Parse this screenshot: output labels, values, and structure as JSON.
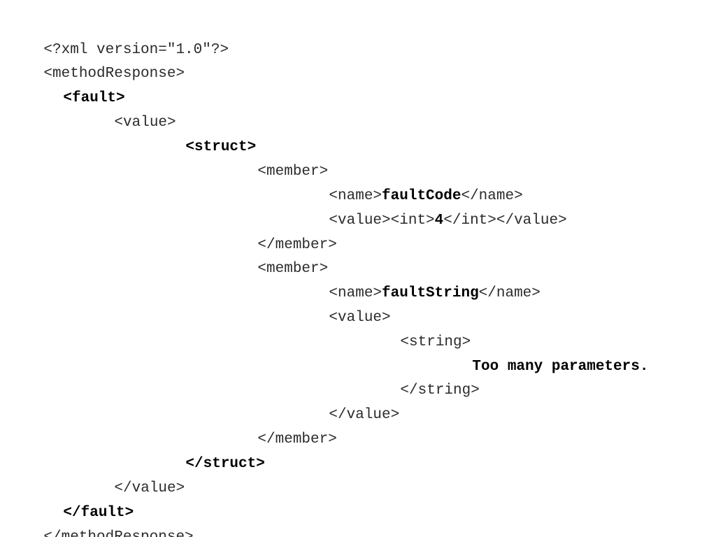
{
  "document": {
    "lines": [
      {
        "segments": [
          {
            "text": "<?xml version=\"1.0\"?>",
            "bold": false
          }
        ]
      },
      {
        "segments": [
          {
            "text": "<methodResponse>",
            "bold": false
          }
        ]
      },
      {
        "segments": [
          {
            "text": "<fault>",
            "bold": true
          }
        ]
      },
      {
        "segments": [
          {
            "text": "<value>",
            "bold": false
          }
        ]
      },
      {
        "segments": [
          {
            "text": "<struct>",
            "bold": true
          }
        ]
      },
      {
        "segments": [
          {
            "text": "<member>",
            "bold": false
          }
        ]
      },
      {
        "segments": [
          {
            "text": "<name>",
            "bold": false
          },
          {
            "text": "faultCode",
            "bold": true
          },
          {
            "text": "</name>",
            "bold": false
          }
        ]
      },
      {
        "segments": [
          {
            "text": "<value><int>",
            "bold": false
          },
          {
            "text": "4",
            "bold": true
          },
          {
            "text": "</int></value>",
            "bold": false
          }
        ]
      },
      {
        "segments": [
          {
            "text": "</member>",
            "bold": false
          }
        ]
      },
      {
        "segments": [
          {
            "text": "<member>",
            "bold": false
          }
        ]
      },
      {
        "segments": [
          {
            "text": "<name>",
            "bold": false
          },
          {
            "text": "faultString",
            "bold": true
          },
          {
            "text": "</name>",
            "bold": false
          }
        ]
      },
      {
        "segments": [
          {
            "text": "<value>",
            "bold": false
          }
        ]
      },
      {
        "segments": [
          {
            "text": "<string>",
            "bold": false
          }
        ]
      },
      {
        "segments": [
          {
            "text": "Too many parameters.",
            "bold": true
          }
        ]
      },
      {
        "segments": [
          {
            "text": "</string>",
            "bold": false
          }
        ]
      },
      {
        "segments": [
          {
            "text": "</value>",
            "bold": false
          }
        ]
      },
      {
        "segments": [
          {
            "text": "</member>",
            "bold": false
          }
        ]
      },
      {
        "segments": [
          {
            "text": "</struct>",
            "bold": true
          }
        ]
      },
      {
        "segments": [
          {
            "text": "</value>",
            "bold": false
          }
        ]
      },
      {
        "segments": [
          {
            "text": "</fault>",
            "bold": true
          }
        ]
      },
      {
        "segments": [
          {
            "text": "</methodResponse>",
            "bold": false
          }
        ]
      }
    ]
  }
}
